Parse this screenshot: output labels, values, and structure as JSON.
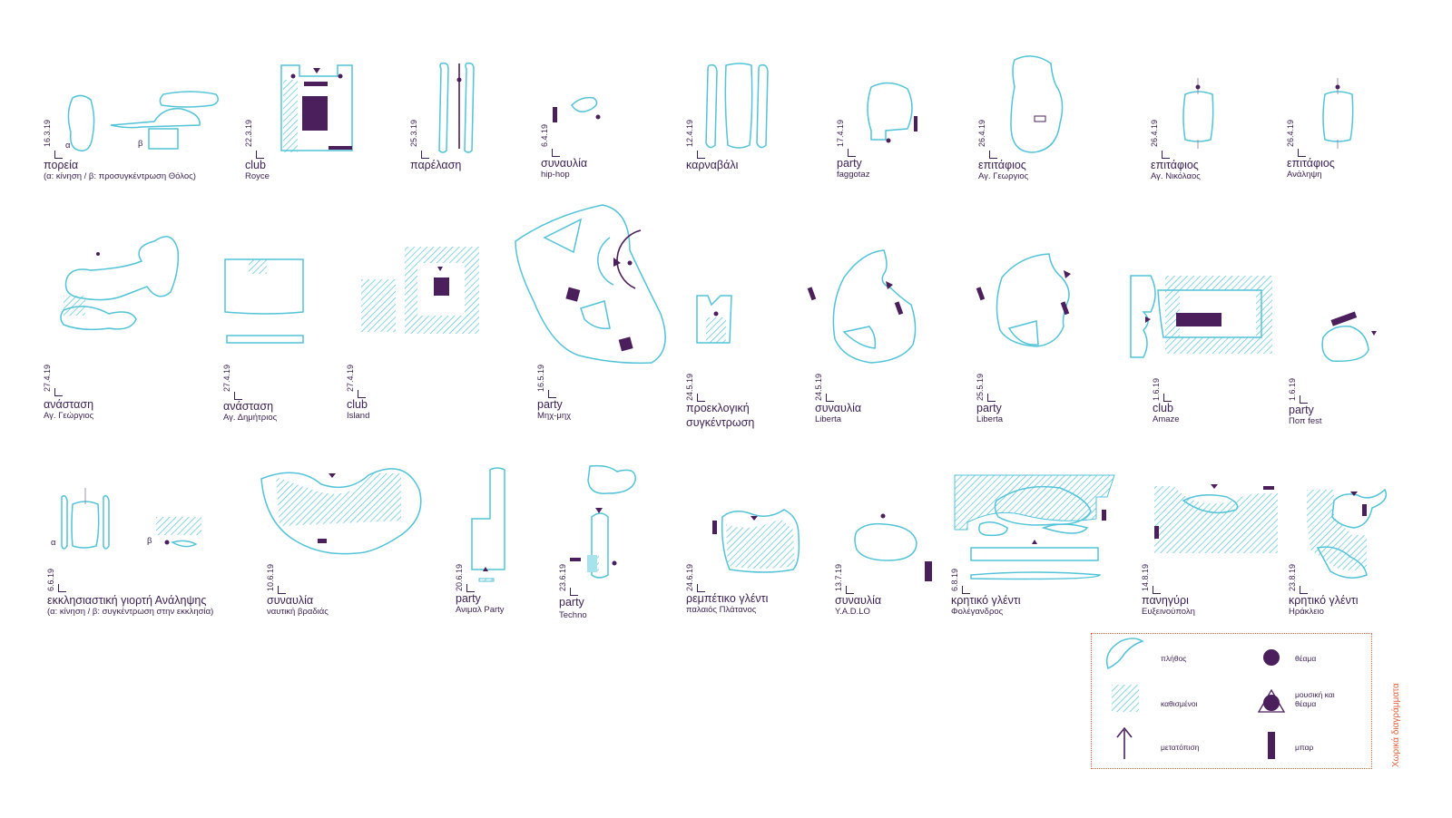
{
  "diagrams": [
    {
      "date": "16.3.19",
      "title": "πορεία",
      "subtitle": "(α: κίνηση / β: προσυγκέντρωση Θόλος)",
      "tag_a": "α",
      "tag_b": "β"
    },
    {
      "date": "22.3.19",
      "title": "club",
      "subtitle": "Royce"
    },
    {
      "date": "25.3.19",
      "title": "παρέλαση",
      "subtitle": ""
    },
    {
      "date": "6.4.19",
      "title": "συναυλία",
      "subtitle": "hip-hop"
    },
    {
      "date": "12.4.19",
      "title": "καρναβάλι",
      "subtitle": ""
    },
    {
      "date": "17.4.19",
      "title": "party",
      "subtitle": "faggotaz"
    },
    {
      "date": "26.4.19",
      "title": "επιτάφιος",
      "subtitle": "Αγ. Γεωργιος"
    },
    {
      "date": "26.4.19",
      "title": "επιτάφιος",
      "subtitle": "Αγ. Νικόλαος"
    },
    {
      "date": "26.4.19",
      "title": "επιτάφιος",
      "subtitle": "Ανάληψη"
    },
    {
      "date": "27.4.19",
      "title": "ανάσταση",
      "subtitle": "Αγ. Γεώργιος"
    },
    {
      "date": "27.4.19",
      "title": "ανάσταση",
      "subtitle": "Αγ. Δημήτριος"
    },
    {
      "date": "27.4.19",
      "title": "club",
      "subtitle": "Island"
    },
    {
      "date": "16.5.19",
      "title": "party",
      "subtitle": "Μηχ-μηχ"
    },
    {
      "date": "24.5.19",
      "title": "προεκλογική",
      "subtitle": "συγκέντρωση"
    },
    {
      "date": "24.5.19",
      "title": "συναυλία",
      "subtitle": "Liberta"
    },
    {
      "date": "25.5.19",
      "title": "party",
      "subtitle": "Liberta"
    },
    {
      "date": "1.6.19",
      "title": "club",
      "subtitle": "Amaze"
    },
    {
      "date": "1.6.19",
      "title": "party",
      "subtitle": "Ποπ fest"
    },
    {
      "date": "6.6.19",
      "title": "εκκλησιαστική γιορτή Ανάληψης",
      "subtitle": "(α: κίνηση / β: συγκέντρωση στην εκκλησία)",
      "tag_a": "α",
      "tag_b": "β"
    },
    {
      "date": "10.6.19",
      "title": "συναυλία",
      "subtitle": "ναυτική βραδιάς"
    },
    {
      "date": "20.6.19",
      "title": "party",
      "subtitle": "Ανιμαλ Party"
    },
    {
      "date": "23.6.19",
      "title": "party",
      "subtitle": "Techno"
    },
    {
      "date": "24.6.19",
      "title": "ρεμπέτικο γλέντι",
      "subtitle": "παλαιός Πλάτανος"
    },
    {
      "date": "13.7.19",
      "title": "συναυλία",
      "subtitle": "Y.A.D.LO"
    },
    {
      "date": "6.8.19",
      "title": "κρητικό γλέντι",
      "subtitle": "Φολέγανδρος"
    },
    {
      "date": "14.8.19",
      "title": "πανηγύρι",
      "subtitle": "Ευξεινούπολη"
    },
    {
      "date": "23.8.19",
      "title": "κρητικό γλέντι",
      "subtitle": "Ηράκλειο"
    }
  ],
  "legend": {
    "title": "Χωρικά διαγράμματα",
    "crowd": "πλήθος",
    "seated": "καθισμένοι",
    "movement": "μετατόπιση",
    "spectacle": "θέαμα",
    "music_spectacle": "μουσική και θέαμα",
    "bar": "μπαρ"
  },
  "colors": {
    "crowd": "#52c3d8",
    "spectacle": "#4a1f5c",
    "legend_border": "#e8603c"
  }
}
